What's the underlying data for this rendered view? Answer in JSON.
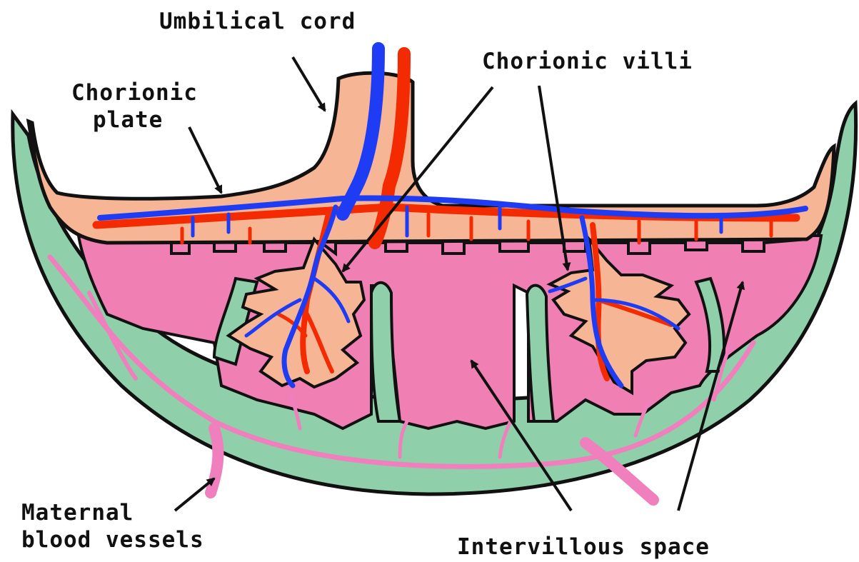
{
  "labels": {
    "umbilical_cord": "Umbilical cord",
    "chorionic_plate_line1": "Chorionic",
    "chorionic_plate_line2": "plate",
    "chorionic_villi": "Chorionic villi",
    "maternal_vessels_line1": "Maternal",
    "maternal_vessels_line2": "blood vessels",
    "intervillous_space": "Intervillous space"
  },
  "colors": {
    "decidua": "#8fd0aa",
    "chorionic_plate": "#f6b594",
    "intervillous_space": "#f07fb3",
    "fetal_artery": "#f42a00",
    "fetal_vein": "#1e3cf4",
    "maternal_vessel": "#f080bd",
    "outline": "#111111"
  }
}
